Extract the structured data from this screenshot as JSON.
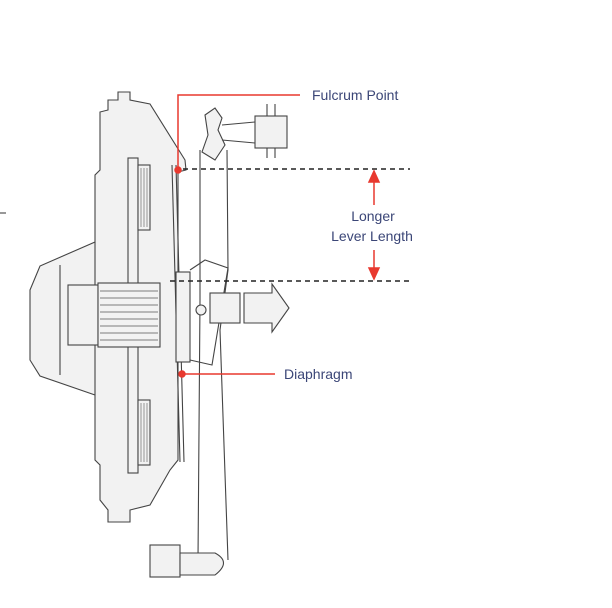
{
  "diagram": {
    "labels": {
      "fulcrum": "Fulcrum Point",
      "lever_line1": "Longer",
      "lever_line2": "Lever Length",
      "diaphragm": "Diaphragm"
    },
    "colors": {
      "annotation": "#e8392f",
      "text": "#3b4677",
      "drawing": "#444444"
    }
  }
}
